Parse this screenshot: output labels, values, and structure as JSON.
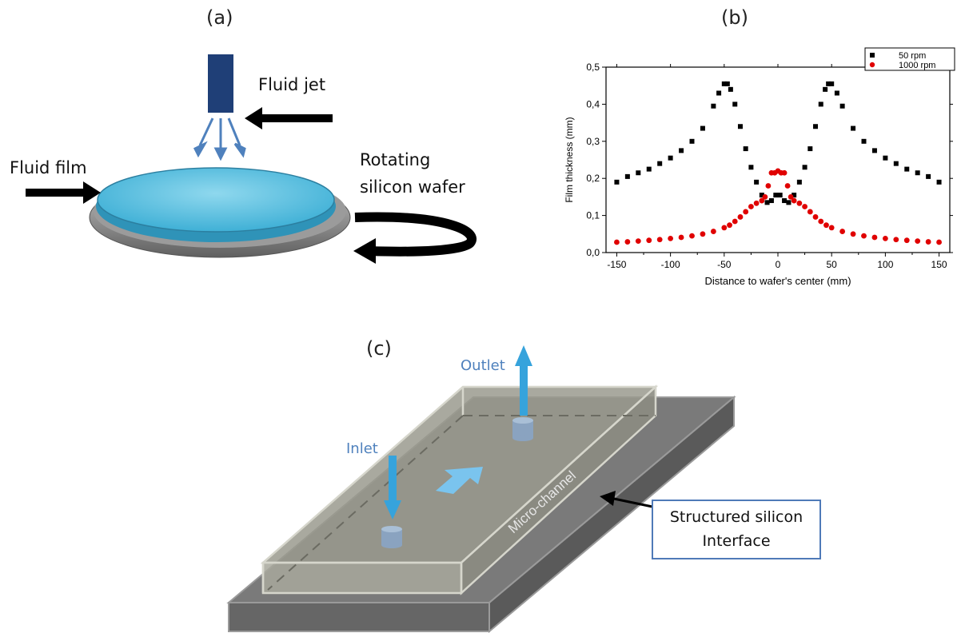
{
  "panels": {
    "a": "(a)",
    "b": "(b)",
    "c": "(c)"
  },
  "panel_a": {
    "fluid_jet": "Fluid jet",
    "fluid_film": "Fluid film",
    "rotating_1": "Rotating",
    "rotating_2": "silicon wafer"
  },
  "panel_c": {
    "outlet": "Outlet",
    "inlet": "Inlet",
    "micro_channel": "Micro-channel",
    "callout_1": "Structured silicon",
    "callout_2": "Interface"
  },
  "colors": {
    "jet": "#1f3f77",
    "jet_arrows": "#4f81bd",
    "film": "#5bc0de",
    "blue_label": "#4f81bd",
    "arrow_c": "#36a3dc",
    "series_50": "#000000",
    "series_1000": "#e00000"
  },
  "chart_data": {
    "type": "scatter",
    "title": "",
    "xlabel": "Distance to wafer's center (mm)",
    "ylabel": "Film thickness (mm)",
    "xlim": [
      -160,
      160
    ],
    "ylim": [
      0.0,
      0.5
    ],
    "xticks": [
      -150,
      -100,
      -50,
      0,
      50,
      100,
      150
    ],
    "yticks": [
      0.0,
      0.1,
      0.2,
      0.3,
      0.4,
      0.5
    ],
    "xtick_labels": [
      "-150",
      "-100",
      "-50",
      "0",
      "50",
      "100",
      "150"
    ],
    "ytick_labels": [
      "0,0",
      "0,1",
      "0,2",
      "0,3",
      "0,4",
      "0,5"
    ],
    "legend_position": "top-right",
    "series": [
      {
        "name": "50 rpm",
        "marker": "square",
        "x": [
          -150,
          -140,
          -130,
          -120,
          -110,
          -100,
          -90,
          -80,
          -70,
          -60,
          -55,
          -50,
          -47,
          -44,
          -40,
          -35,
          -30,
          -25,
          -20,
          -15,
          -10,
          -6,
          -2,
          2,
          6,
          10,
          15,
          20,
          25,
          30,
          35,
          40,
          44,
          47,
          50,
          55,
          60,
          70,
          80,
          90,
          100,
          110,
          120,
          130,
          140,
          150
        ],
        "y": [
          0.19,
          0.205,
          0.215,
          0.225,
          0.24,
          0.255,
          0.275,
          0.3,
          0.335,
          0.395,
          0.43,
          0.455,
          0.455,
          0.44,
          0.4,
          0.34,
          0.28,
          0.23,
          0.19,
          0.155,
          0.135,
          0.14,
          0.155,
          0.155,
          0.14,
          0.135,
          0.155,
          0.19,
          0.23,
          0.28,
          0.34,
          0.4,
          0.44,
          0.455,
          0.455,
          0.43,
          0.395,
          0.335,
          0.3,
          0.275,
          0.255,
          0.24,
          0.225,
          0.215,
          0.205,
          0.19
        ]
      },
      {
        "name": "1000 rpm",
        "marker": "circle",
        "x": [
          -150,
          -140,
          -130,
          -120,
          -110,
          -100,
          -90,
          -80,
          -70,
          -60,
          -50,
          -45,
          -40,
          -35,
          -30,
          -25,
          -20,
          -15,
          -12,
          -9,
          -6,
          -3,
          0,
          3,
          6,
          9,
          12,
          15,
          20,
          25,
          30,
          35,
          40,
          45,
          50,
          60,
          70,
          80,
          90,
          100,
          110,
          120,
          130,
          140,
          150
        ],
        "y": [
          0.028,
          0.029,
          0.031,
          0.033,
          0.035,
          0.038,
          0.041,
          0.045,
          0.05,
          0.057,
          0.067,
          0.074,
          0.084,
          0.096,
          0.11,
          0.124,
          0.133,
          0.14,
          0.15,
          0.18,
          0.215,
          0.215,
          0.22,
          0.215,
          0.215,
          0.18,
          0.15,
          0.14,
          0.133,
          0.124,
          0.11,
          0.096,
          0.084,
          0.074,
          0.067,
          0.057,
          0.05,
          0.045,
          0.041,
          0.038,
          0.035,
          0.033,
          0.031,
          0.029,
          0.028
        ]
      }
    ]
  }
}
